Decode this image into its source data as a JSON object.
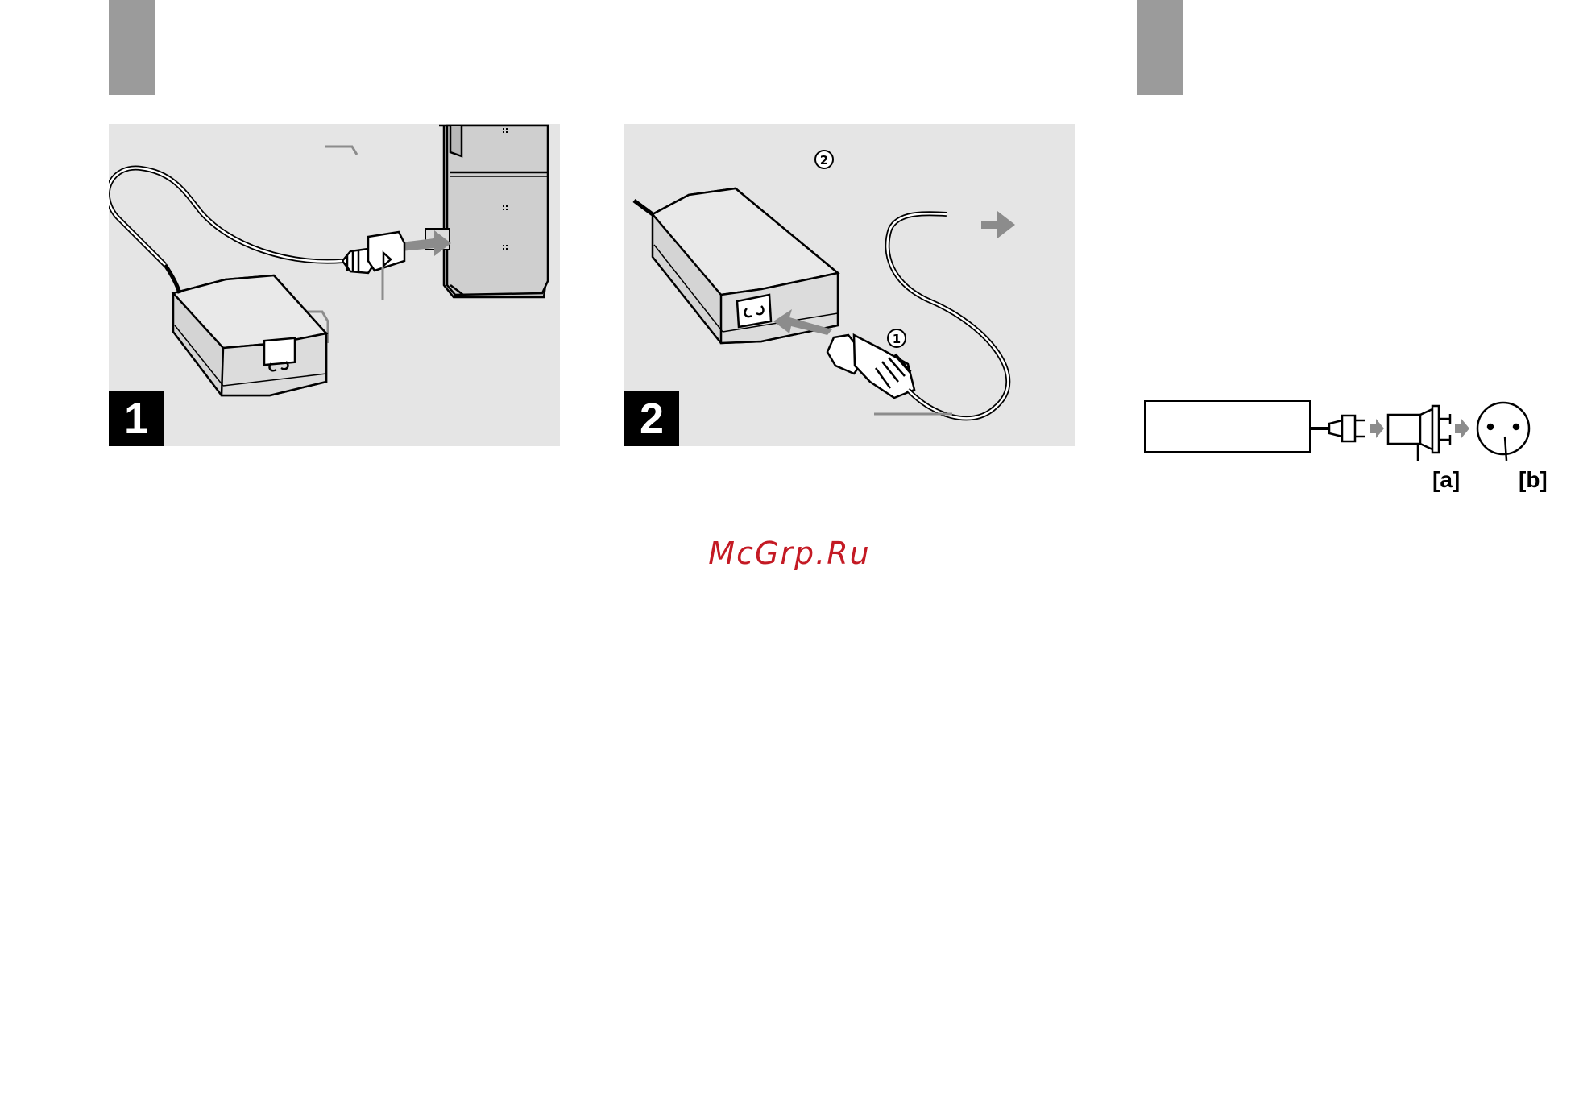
{
  "page": {
    "step1": {
      "badge": "1"
    },
    "step2": {
      "badge": "2",
      "marker_plug": "1",
      "marker_adapter": "2"
    },
    "plug_diagram": {
      "label_a": "[a]",
      "label_b": "[b]"
    },
    "watermark": {
      "text": "McGrp.Ru",
      "color": "#c41a24"
    }
  }
}
